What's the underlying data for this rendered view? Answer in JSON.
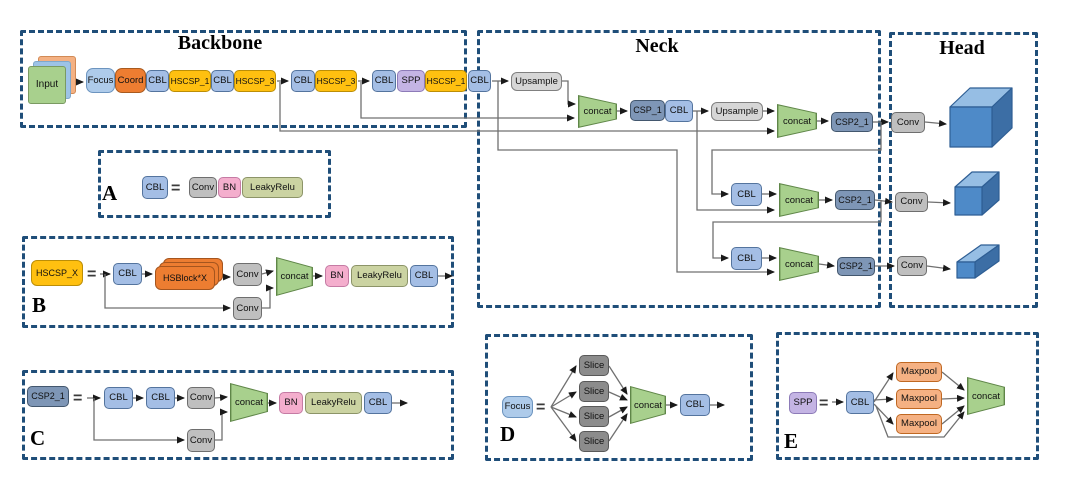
{
  "titles": {
    "backbone": "Backbone",
    "neck": "Neck",
    "head": "Head"
  },
  "legend_letters": {
    "a": "A",
    "b": "B",
    "c": "C",
    "d": "D",
    "e": "E"
  },
  "labels": {
    "input": "Input",
    "focus": "Focus",
    "coord": "Coord",
    "cbl": "CBL",
    "hscsp_1": "HSCSP_1",
    "hscsp_3": "HSCSP_3",
    "hscsp_x": "HSCSP_X",
    "spp": "SPP",
    "upsample": "Upsample",
    "concat": "concat",
    "csp_1": "CSP_1",
    "csp2_1": "CSP2_1",
    "conv": "Conv",
    "bn": "BN",
    "leakyrelu": "LeakyRelu",
    "hsblock_x": "HSBlock*X",
    "slice": "Slice",
    "maxpool": "Maxpool",
    "equals": "="
  },
  "colors": {
    "dashed_border": "#1F4E79",
    "cbl_fill": "#A4BEE5",
    "focus_fill": "#AECBEA",
    "coord_fill": "#ED7D31",
    "hscsp_fill": "#FFC010",
    "spp_fill": "#C4B4E4",
    "upsample_fill": "#D6D6D6",
    "conv_fill": "#BFBFBF",
    "csp_fill": "#7E96B6",
    "concat_fill": "#A8D08D",
    "bn_fill": "#F4AECD",
    "leakyrelu_fill": "#CBD3A2",
    "slice_fill": "#8C8C8C",
    "maxpool_fill": "#F5B183",
    "hsblock_fill": "#ED7D31",
    "input_fill": "#A8D08D",
    "cuboid_front": "#4E8AC8",
    "cuboid_top": "#96BEE4",
    "cuboid_side": "#3C6EA5",
    "connector": "#707070"
  }
}
